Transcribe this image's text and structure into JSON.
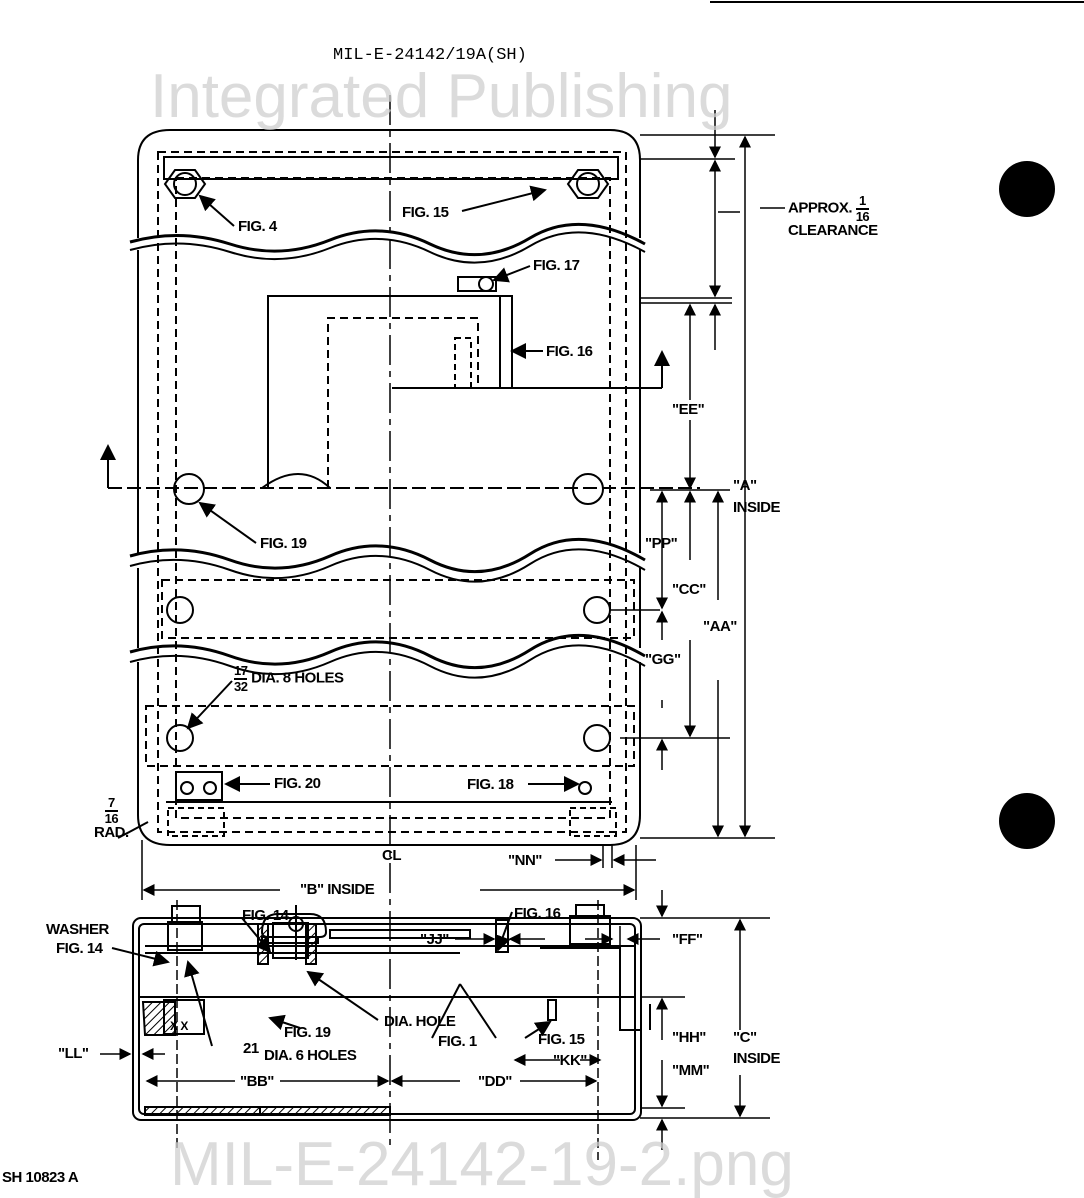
{
  "document": {
    "header": "MIL-E-24142/19A(SH)",
    "drawing_number": "SH 10823 A",
    "watermark": [
      "Integrated Publishing",
      "MIL-E-24142-19-2.png"
    ]
  },
  "top_view": {
    "callouts": {
      "fig4": "FIG. 4",
      "fig15": "FIG. 15",
      "fig17": "FIG. 17",
      "fig16": "FIG. 16",
      "fig19": "FIG. 19",
      "fig20": "FIG. 20",
      "fig18": "FIG. 18",
      "holes_num": "17",
      "holes_den": "32",
      "holes_text": "DIA. 8 HOLES",
      "rad_num": "7",
      "rad_den": "16",
      "rad_text": "RAD.",
      "centerline": "CL"
    },
    "dimensions": {
      "approx": "APPROX.",
      "approx_num": "1",
      "approx_den": "16",
      "clearance": "CLEARANCE",
      "ee": "\"EE\"",
      "a": "\"A\"",
      "a_inside": "INSIDE",
      "pp": "\"PP\"",
      "cc": "\"CC\"",
      "gg": "\"GG\"",
      "aa": "\"AA\"",
      "nn": "\"NN\"",
      "b_inside": "\"B\" INSIDE"
    }
  },
  "section_view": {
    "callouts": {
      "washer": "WASHER",
      "washer_fig": "FIG. 14",
      "fig14": "FIG. 14",
      "fig16": "FIG. 16",
      "fig19": "FIG. 19",
      "dia_hole": "DIA. HOLE",
      "fig1": "FIG. 1",
      "fig15": "FIG. 15",
      "holes_num": "21",
      "holes_text": "DIA. 6 HOLES",
      "x_marks": "X  X"
    },
    "dimensions": {
      "jj": "\"JJ\"",
      "ff": "\"FF\"",
      "ll": "\"LL\"",
      "kk": "\"KK\"",
      "hh": "\"HH\"",
      "c": "\"C\"",
      "c_inside": "INSIDE",
      "mm": "\"MM\"",
      "bb": "\"BB\"",
      "dd": "\"DD\""
    }
  }
}
